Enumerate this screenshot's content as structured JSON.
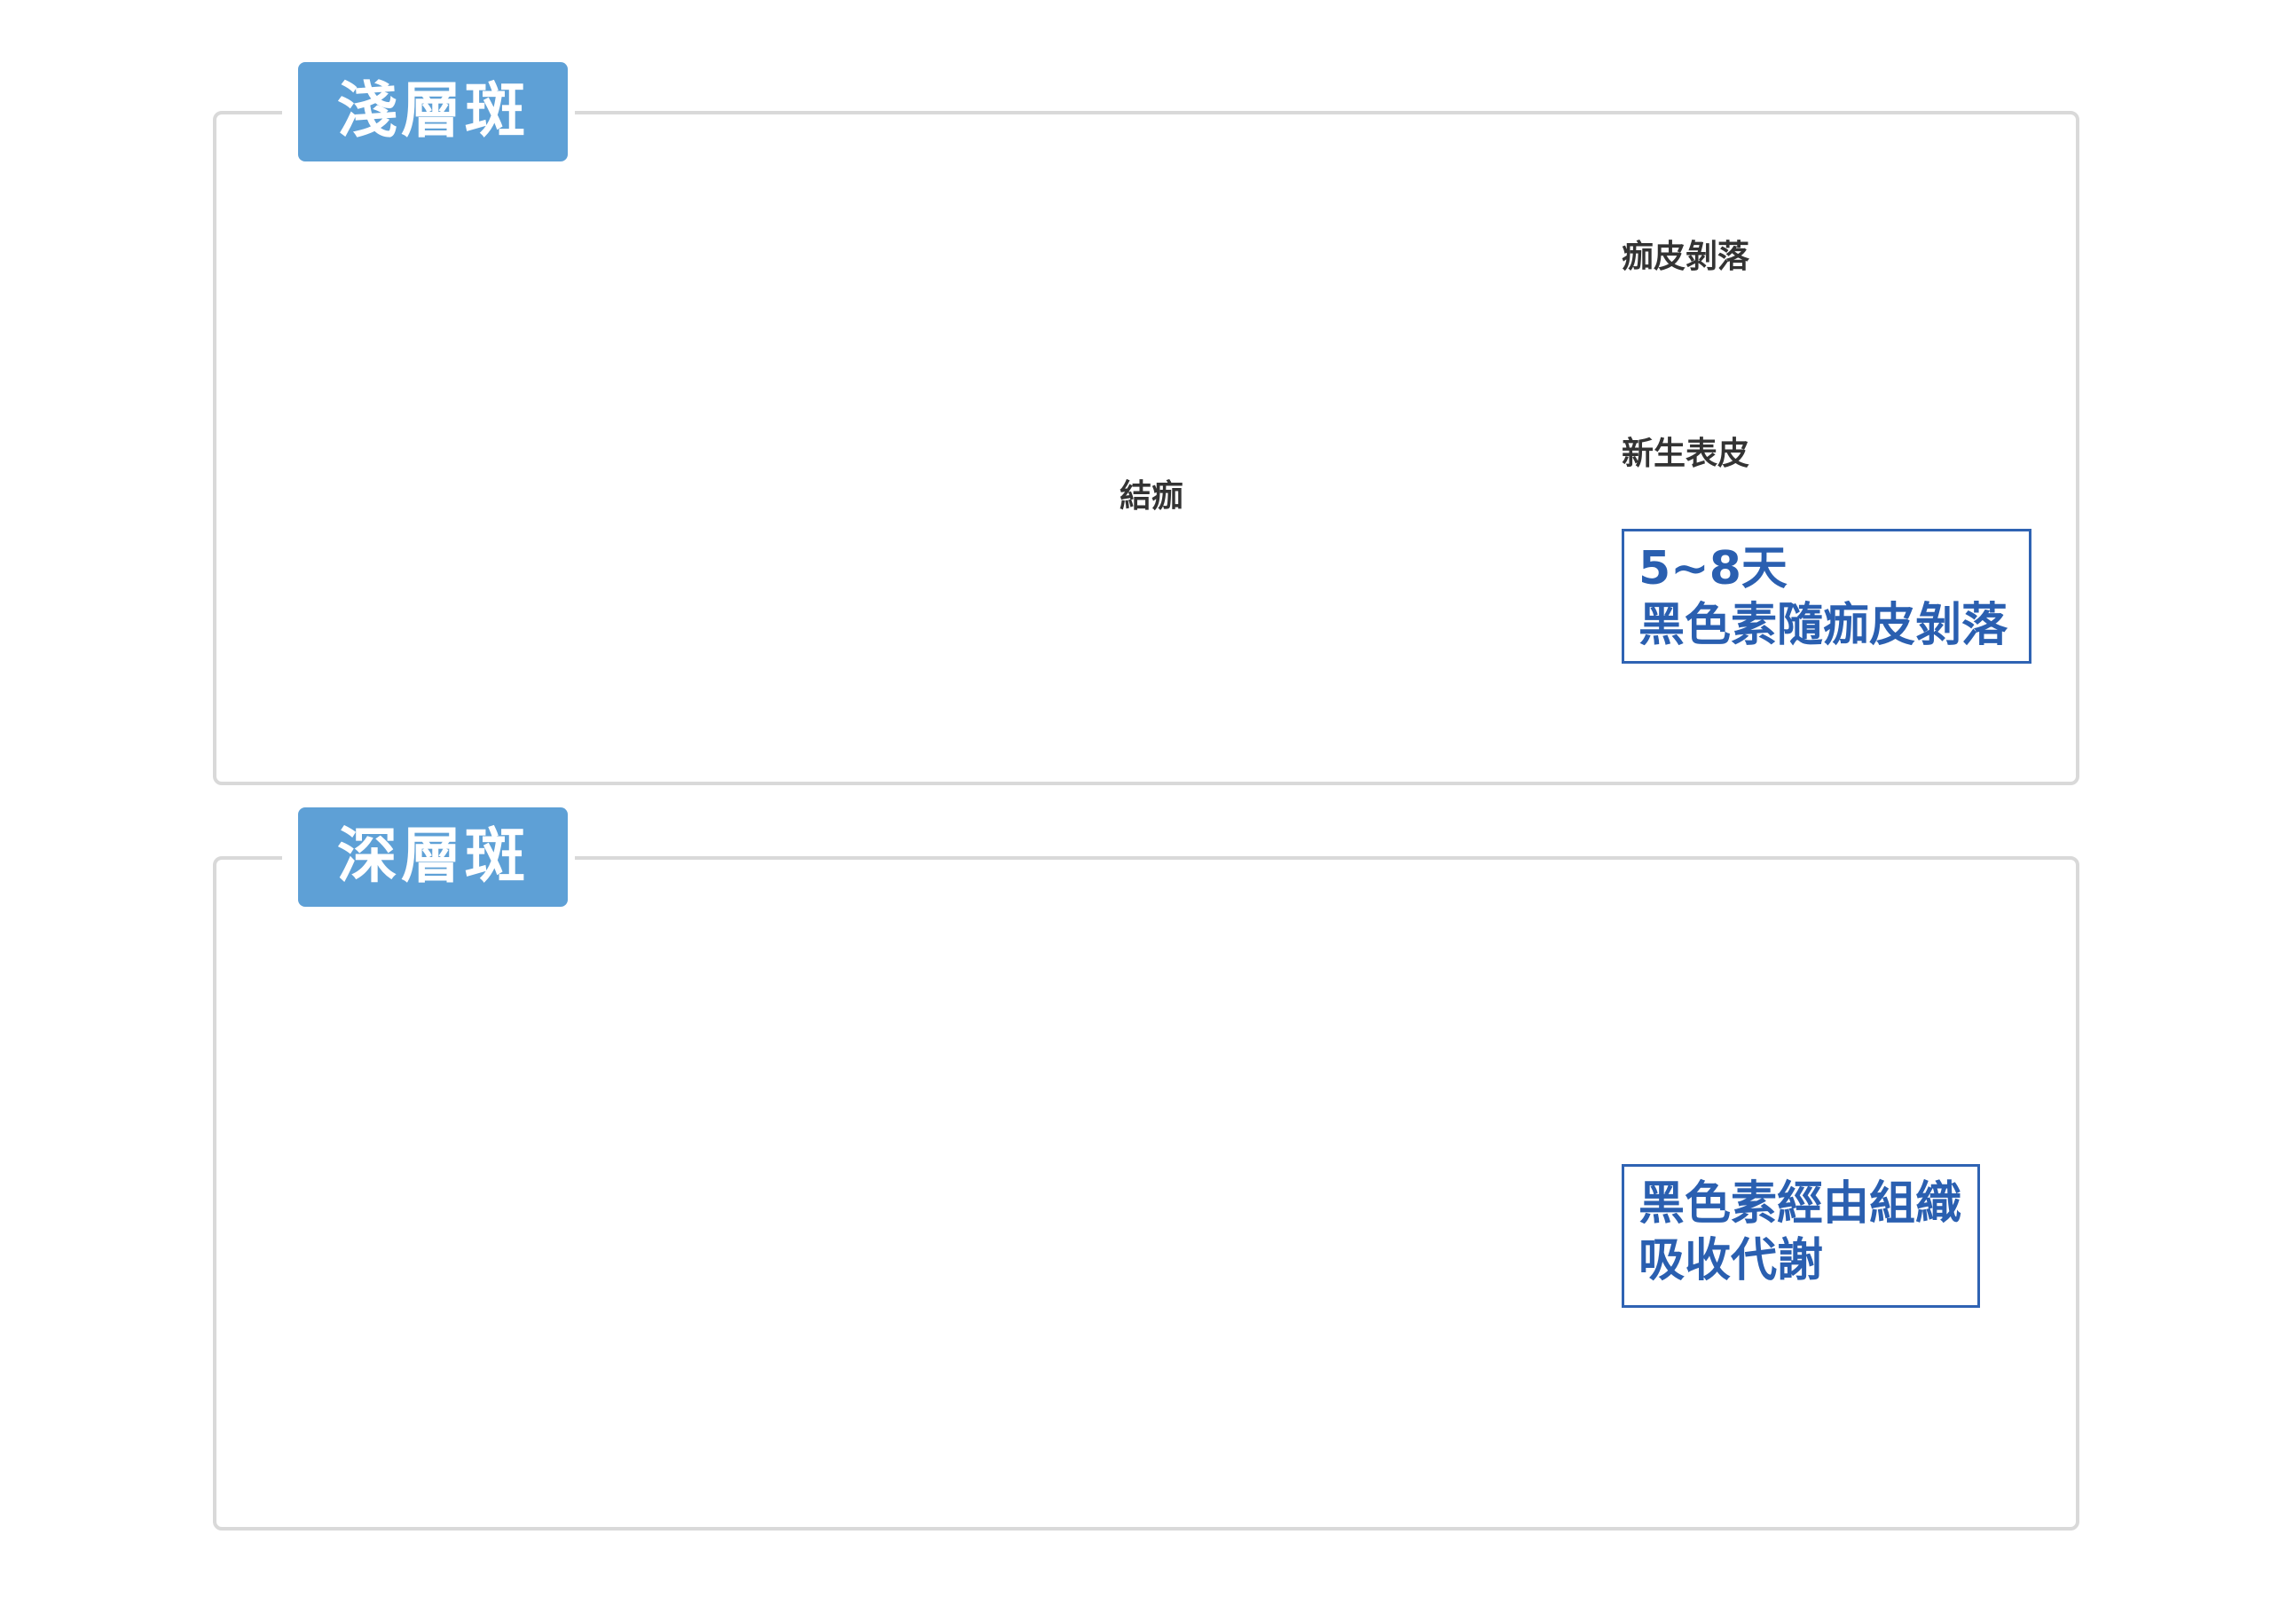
{
  "panels": [
    {
      "title": "淺層斑",
      "labels": {
        "scab": "結痂",
        "peeling": "痂皮剝落",
        "new_skin": "新生表皮"
      },
      "note": [
        "5~8天",
        "黑色素隨痂皮剝落"
      ]
    },
    {
      "title": "深層斑",
      "note": [
        "黑色素經由組織",
        "吸收代謝"
      ]
    }
  ],
  "colors": {
    "tag_blue": "#5ea0d6",
    "note_blue": "#2f63b3",
    "epidermis": "#f6d2b4",
    "dermis_upper": "#e48c82",
    "dermis_lower": "#eeaaa4",
    "scab": "#c98e6e",
    "pigment": "#333333",
    "laser": "#d9435a",
    "sparkle": "#f5d66b"
  },
  "icons": [
    "laser-beam-icon",
    "sparkle-icon",
    "pigment-dot-icon"
  ]
}
